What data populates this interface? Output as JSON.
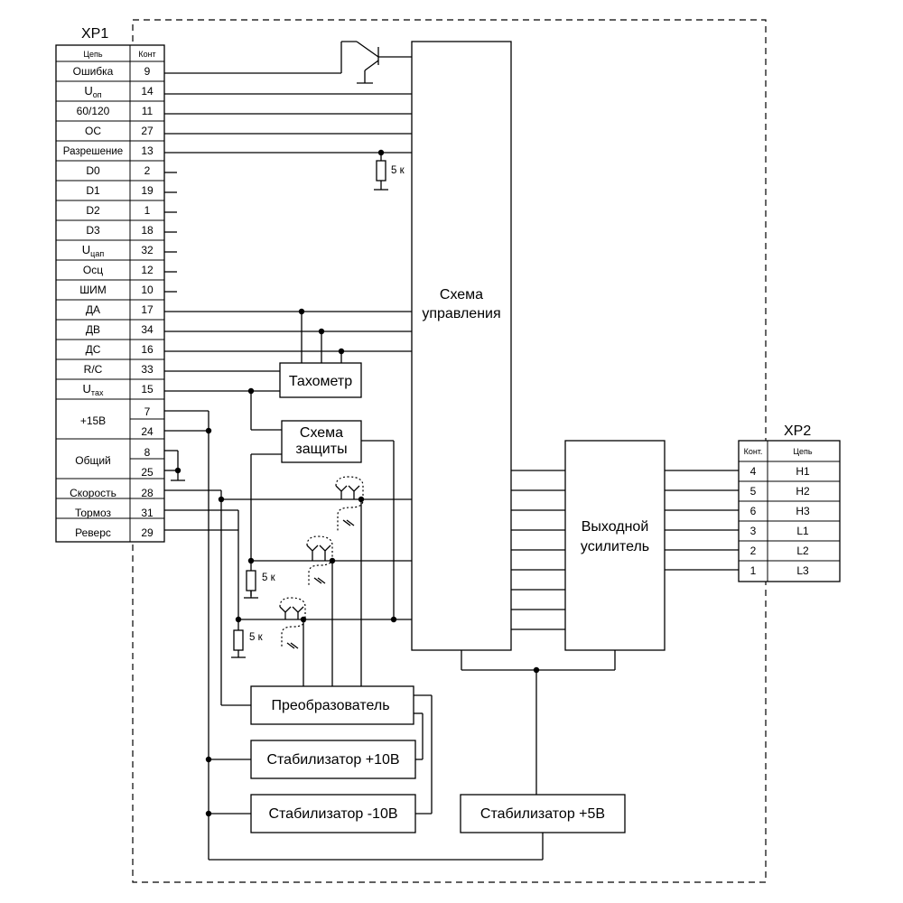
{
  "xp1": {
    "title": "XP1",
    "col_circuit": "Цепь",
    "col_contact": "Конт",
    "rows": [
      {
        "name": "Ошибка",
        "pin": "9"
      },
      {
        "name": "U",
        "sub": "оп",
        "pin": "14"
      },
      {
        "name": "60/120",
        "pin": "11"
      },
      {
        "name": "ОС",
        "pin": "27"
      },
      {
        "name": "Разрешение",
        "pin": "13"
      },
      {
        "name": "D0",
        "pin": "2"
      },
      {
        "name": "D1",
        "pin": "19"
      },
      {
        "name": "D2",
        "pin": "1"
      },
      {
        "name": "D3",
        "pin": "18"
      },
      {
        "name": "U",
        "sub": "цап",
        "pin": "32"
      },
      {
        "name": "Осц",
        "pin": "12"
      },
      {
        "name": "ШИМ",
        "pin": "10"
      },
      {
        "name": "ДА",
        "pin": "17"
      },
      {
        "name": "ДВ",
        "pin": "34"
      },
      {
        "name": "ДС",
        "pin": "16"
      },
      {
        "name": "R/C",
        "pin": "33"
      },
      {
        "name": "U",
        "sub": "тах",
        "pin": "15"
      }
    ],
    "plus15": {
      "name": "+15В",
      "pins": [
        "7",
        "24"
      ]
    },
    "common": {
      "name": "Общий",
      "pins": [
        "8",
        "25"
      ]
    },
    "bottom_rows": [
      {
        "name": "Скорость",
        "pin": "28"
      },
      {
        "name": "Тормоз",
        "pin": "31"
      },
      {
        "name": "Реверс",
        "pin": "29"
      }
    ]
  },
  "xp2": {
    "title": "XP2",
    "col_contact": "Конт.",
    "col_circuit": "Цепь",
    "rows": [
      {
        "pin": "4",
        "name": "H1"
      },
      {
        "pin": "5",
        "name": "H2"
      },
      {
        "pin": "6",
        "name": "H3"
      },
      {
        "pin": "3",
        "name": "L1"
      },
      {
        "pin": "2",
        "name": "L2"
      },
      {
        "pin": "1",
        "name": "L3"
      }
    ]
  },
  "blocks": {
    "control_line1": "Схема",
    "control_line2": "управления",
    "tachometer": "Тахометр",
    "protection_line1": "Схема",
    "protection_line2": "защиты",
    "amplifier_line1": "Выходной",
    "amplifier_line2": "усилитель",
    "converter": "Преобразователь",
    "stab_plus10": "Стабилизатор +10В",
    "stab_minus10": "Стабилизатор -10В",
    "stab_plus5": "Стабилизатор +5В"
  },
  "resistors": {
    "r1": "5 к",
    "r2": "5 к",
    "r3": "5 к"
  }
}
